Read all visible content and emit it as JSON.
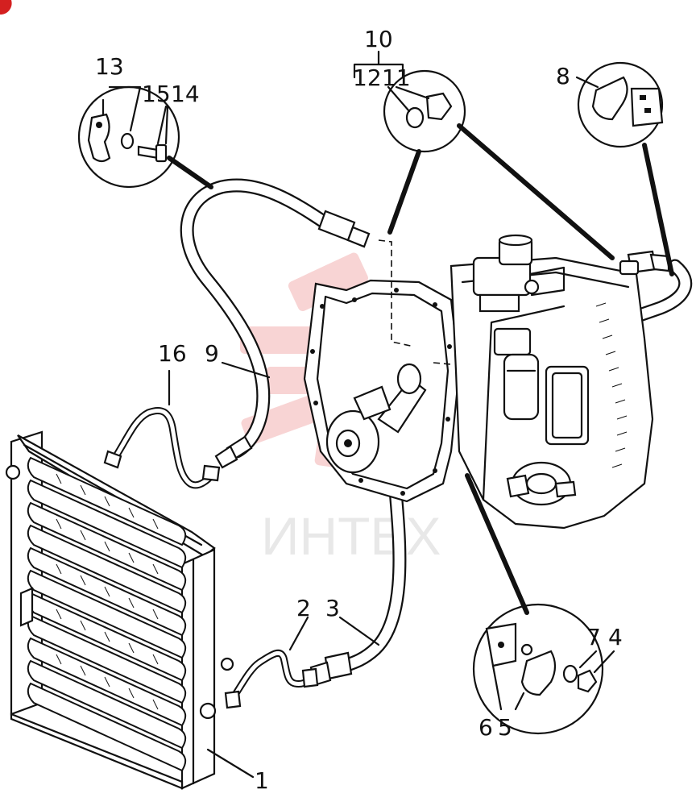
{
  "watermark": {
    "text": "ИНТЕХ",
    "color": "#e04040"
  },
  "labels": {
    "p1": "1",
    "p2": "2",
    "p3": "3",
    "p4": "4",
    "p5": "5",
    "p6": "6",
    "p7": "7",
    "p8": "8",
    "p9": "9",
    "p10": "10",
    "p11": "11",
    "p12": "12",
    "p13": "13",
    "p14": "14",
    "p15": "15",
    "p16": "16"
  }
}
